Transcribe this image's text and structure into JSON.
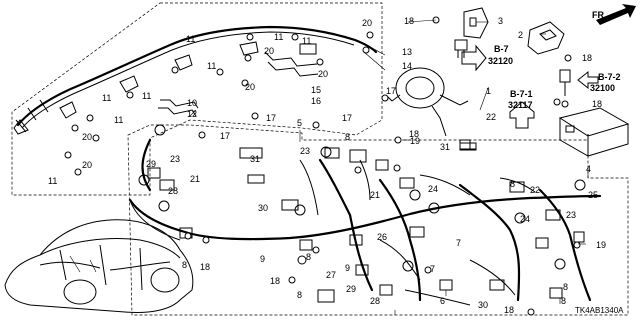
{
  "callouts": [
    {
      "id": "c1",
      "text": "1"
    },
    {
      "id": "c2",
      "text": "2"
    },
    {
      "id": "c3",
      "text": "3"
    },
    {
      "id": "c4",
      "text": "4"
    },
    {
      "id": "c5",
      "text": "5"
    },
    {
      "id": "c6",
      "text": "6"
    },
    {
      "id": "c7a",
      "text": "7"
    },
    {
      "id": "c7b",
      "text": "7"
    },
    {
      "id": "c8a",
      "text": "8"
    },
    {
      "id": "c8b",
      "text": "8"
    },
    {
      "id": "c8c",
      "text": "8"
    },
    {
      "id": "c8d",
      "text": "8"
    },
    {
      "id": "c8e",
      "text": "8"
    },
    {
      "id": "c8f",
      "text": "8"
    },
    {
      "id": "c8g",
      "text": "8"
    },
    {
      "id": "c9a",
      "text": "9"
    },
    {
      "id": "c9b",
      "text": "9"
    },
    {
      "id": "c10",
      "text": "10"
    },
    {
      "id": "c11a",
      "text": "11"
    },
    {
      "id": "c11b",
      "text": "11"
    },
    {
      "id": "c11c",
      "text": "11"
    },
    {
      "id": "c11d",
      "text": "11"
    },
    {
      "id": "c11e",
      "text": "11"
    },
    {
      "id": "c11f",
      "text": "11"
    },
    {
      "id": "c11g",
      "text": "11"
    },
    {
      "id": "c11h",
      "text": "11"
    },
    {
      "id": "c12",
      "text": "12"
    },
    {
      "id": "c13",
      "text": "13"
    },
    {
      "id": "c14",
      "text": "14"
    },
    {
      "id": "c15",
      "text": "15"
    },
    {
      "id": "c16",
      "text": "16"
    },
    {
      "id": "c17a",
      "text": "17"
    },
    {
      "id": "c17b",
      "text": "17"
    },
    {
      "id": "c17c",
      "text": "17"
    },
    {
      "id": "c17d",
      "text": "17"
    },
    {
      "id": "c18a",
      "text": "18"
    },
    {
      "id": "c18b",
      "text": "18"
    },
    {
      "id": "c18c",
      "text": "18"
    },
    {
      "id": "c18d",
      "text": "18"
    },
    {
      "id": "c18e",
      "text": "18"
    },
    {
      "id": "c18f",
      "text": "18"
    },
    {
      "id": "c18g",
      "text": "18"
    },
    {
      "id": "c19a",
      "text": "19"
    },
    {
      "id": "c19b",
      "text": "19"
    },
    {
      "id": "c20a",
      "text": "20"
    },
    {
      "id": "c20b",
      "text": "20"
    },
    {
      "id": "c20c",
      "text": "20"
    },
    {
      "id": "c20d",
      "text": "20"
    },
    {
      "id": "c20e",
      "text": "20"
    },
    {
      "id": "c20f",
      "text": "20"
    },
    {
      "id": "c21a",
      "text": "21"
    },
    {
      "id": "c21b",
      "text": "21"
    },
    {
      "id": "c22a",
      "text": "22"
    },
    {
      "id": "c22b",
      "text": "22"
    },
    {
      "id": "c23a",
      "text": "23"
    },
    {
      "id": "c23b",
      "text": "23"
    },
    {
      "id": "c23c",
      "text": "23"
    },
    {
      "id": "c24a",
      "text": "24"
    },
    {
      "id": "c24b",
      "text": "24"
    },
    {
      "id": "c25",
      "text": "25"
    },
    {
      "id": "c26",
      "text": "26"
    },
    {
      "id": "c27",
      "text": "27"
    },
    {
      "id": "c28a",
      "text": "28"
    },
    {
      "id": "c28b",
      "text": "28"
    },
    {
      "id": "c29a",
      "text": "29"
    },
    {
      "id": "c29b",
      "text": "29"
    },
    {
      "id": "c30a",
      "text": "30"
    },
    {
      "id": "c30b",
      "text": "30"
    },
    {
      "id": "c31a",
      "text": "31"
    },
    {
      "id": "c31b",
      "text": "31"
    }
  ],
  "refs": {
    "b7": "B-7",
    "b7_code": "32120",
    "b71": "B-7-1",
    "b71_code": "32117",
    "b72": "B-7-2",
    "b72_code": "32100"
  },
  "direction": "FR.",
  "diagram_code": "TK4AB1340A"
}
